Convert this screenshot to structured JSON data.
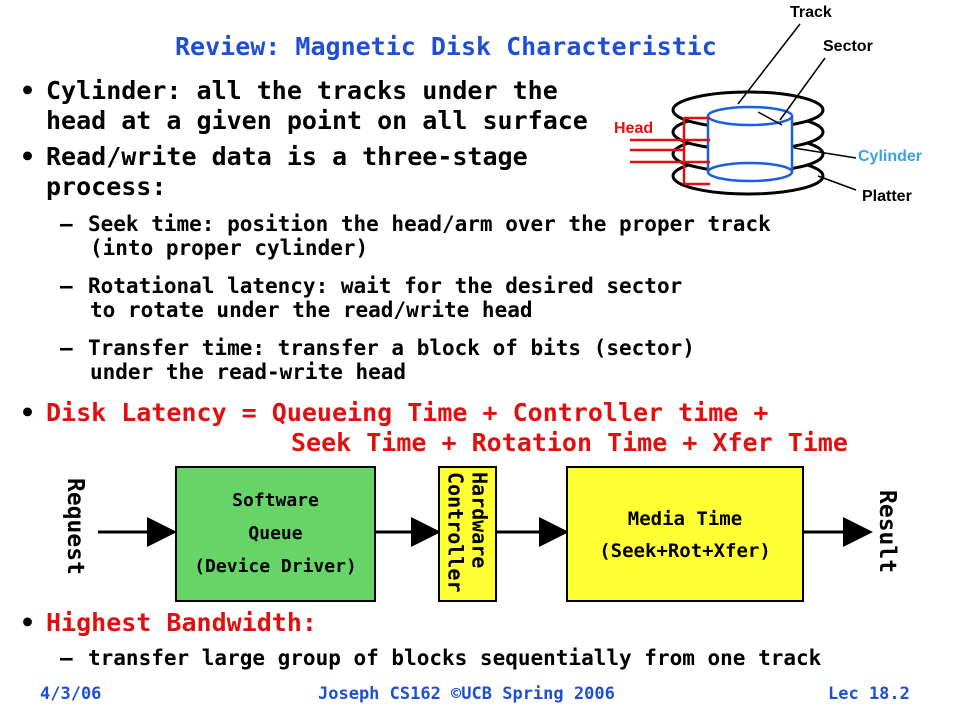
{
  "title": "Review: Magnetic Disk Characteristic",
  "bullets": [
    {
      "lines": [
        "Cylinder: all the tracks under the",
        "head at a given point on all surface"
      ]
    },
    {
      "lines": [
        "Read/write data is a three-stage",
        "process:"
      ]
    }
  ],
  "sub_bullets": [
    {
      "lines": [
        "Seek time: position the head/arm over the proper track",
        "(into proper cylinder)"
      ]
    },
    {
      "lines": [
        "Rotational latency: wait for the desired sector",
        "to rotate under the read/write head"
      ]
    },
    {
      "lines": [
        "Transfer time: transfer a block of bits (sector)",
        "under the read-write head"
      ]
    }
  ],
  "latency": {
    "line1": "Disk Latency = Queueing Time + Controller time +",
    "line2": "Seek Time + Rotation Time + Xfer Time"
  },
  "disk_figure": {
    "track": "Track",
    "sector": "Sector",
    "head": "Head",
    "cylinder": "Cylinder",
    "platter": "Platter",
    "colors": {
      "head": "#e01010",
      "cylinder": "#3aa0e8",
      "highlight": "#1b5fe0"
    }
  },
  "pipeline": {
    "request": "Request",
    "software_queue": [
      "Software",
      "Queue",
      "(Device Driver)"
    ],
    "hardware_controller": [
      "Hardware",
      "Controller"
    ],
    "media_time": [
      "Media Time",
      "(Seek+Rot+Xfer)"
    ],
    "result": "Result",
    "colors": {
      "software": "#66d466",
      "hardware": "#ffff33",
      "media": "#ffff33"
    }
  },
  "highest": {
    "label": "Highest Bandwidth:",
    "sub": "transfer large group of blocks sequentially from one track"
  },
  "footer": {
    "date": "4/3/06",
    "course": "Joseph CS162 ©UCB Spring 2006",
    "lecture": "Lec 18.2"
  }
}
